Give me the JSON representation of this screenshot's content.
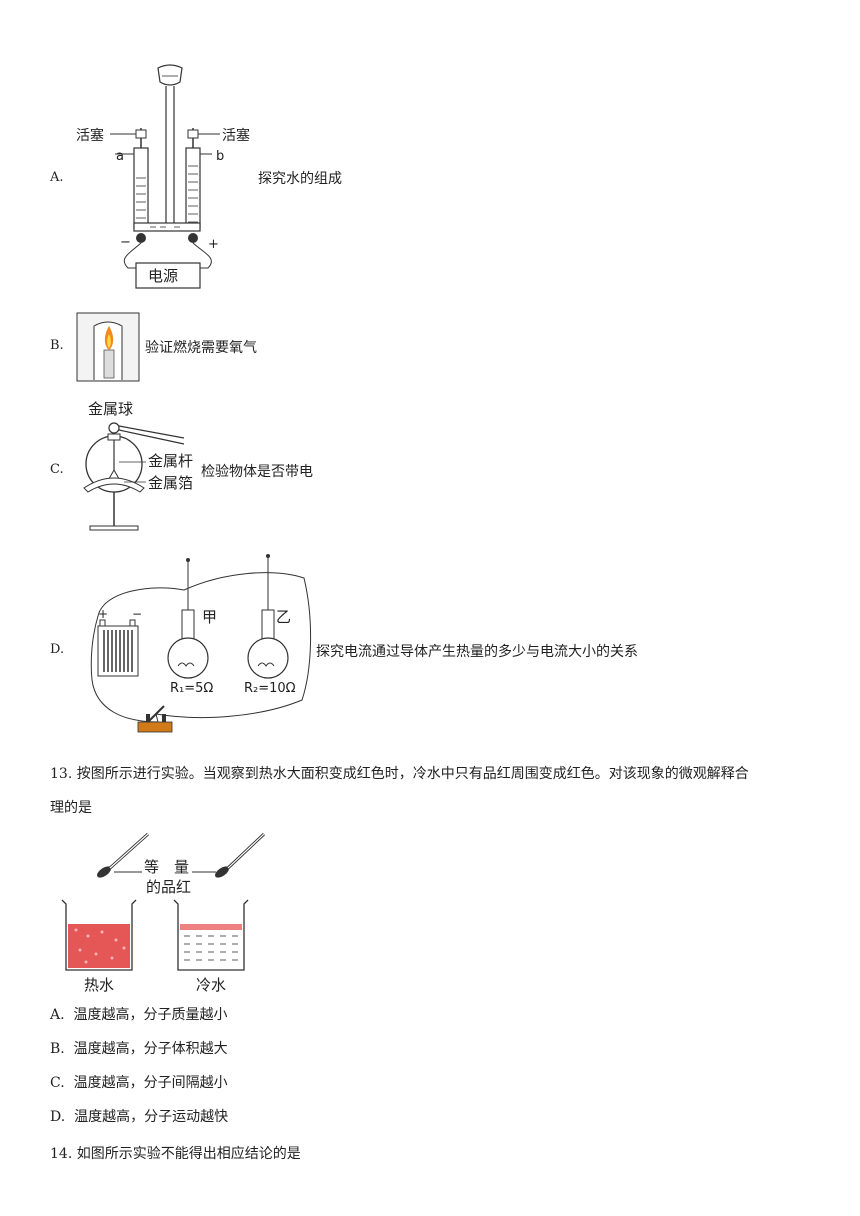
{
  "question12": {
    "options": [
      {
        "letter": "A.",
        "text": "探究水的组成",
        "figure": {
          "stopcock_left": "活塞",
          "stopcock_right": "活塞",
          "tube_a": "a",
          "tube_b": "b",
          "minus": "−",
          "plus": "+",
          "power": "电源"
        }
      },
      {
        "letter": "B.",
        "text": "验证燃烧需要氧气"
      },
      {
        "letter": "C.",
        "text": "检验物体是否带电",
        "figure": {
          "ball": "金属球",
          "rod": "金属杆",
          "foil": "金属箔"
        }
      },
      {
        "letter": "D.",
        "text": "探究电流通过导体产生热量的多少与电流大小的关系",
        "figure": {
          "jia": "甲",
          "yi": "乙",
          "r1": "R₁=5Ω",
          "r2": "R₂=10Ω",
          "plus": "+",
          "minus": "−"
        }
      }
    ]
  },
  "question13": {
    "number": "13.",
    "stem_line1": "按图所示进行实验。当观察到热水大面积变成红色时，冷水中只有品红周围变成红色。对该现象的微观解释合",
    "stem_line2": "理的是",
    "figure": {
      "label_top": "等　量",
      "label_bottom": "的品红",
      "hot": "热水",
      "cold": "冷水"
    },
    "options": [
      {
        "letter": "A.",
        "text": "温度越高，分子质量越小"
      },
      {
        "letter": "B.",
        "text": "温度越高，分子体积越大"
      },
      {
        "letter": "C.",
        "text": "温度越高，分子间隔越小"
      },
      {
        "letter": "D.",
        "text": "温度越高，分子运动越快"
      }
    ]
  },
  "question14": {
    "number": "14.",
    "stem": "如图所示实验不能得出相应结论的是"
  }
}
